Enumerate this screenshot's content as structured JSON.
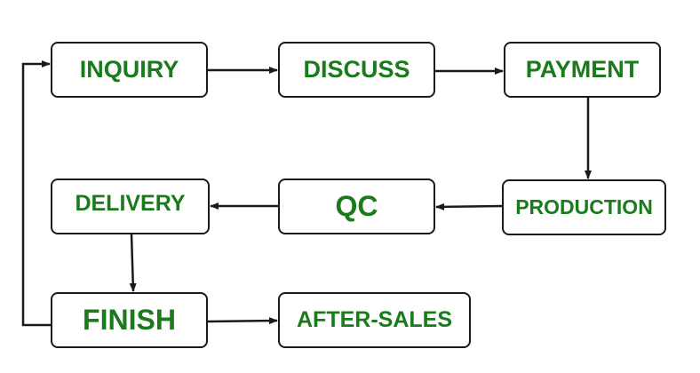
{
  "nodes": {
    "inquiry": "INQUIRY",
    "discuss": "DISCUSS",
    "payment": "PAYMENT",
    "production": "PRODUCTION",
    "qc": "QC",
    "delivery": "DELIVERY",
    "finish": "FINISH",
    "aftersales": "AFTER-SALES"
  },
  "colors": {
    "node_text": "#1b7a1b",
    "border": "#1a1a1a",
    "arrow": "#1a1a1a",
    "background": "#ffffff"
  }
}
